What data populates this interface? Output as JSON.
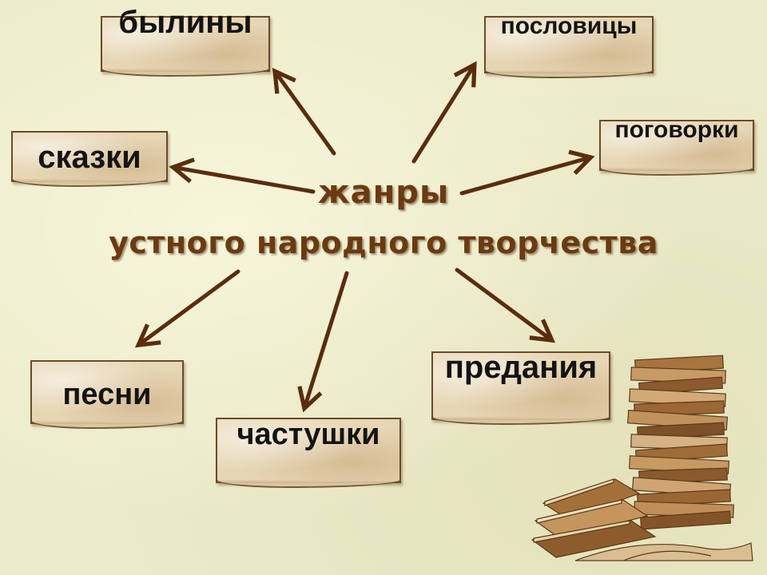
{
  "diagram": {
    "center": {
      "line1": "жанры",
      "line2": "устного народного творчества"
    },
    "genres": [
      {
        "id": "skazki",
        "label": "сказки"
      },
      {
        "id": "byliny",
        "label": "былины"
      },
      {
        "id": "poslovicy",
        "label": "пословицы"
      },
      {
        "id": "pogovorki",
        "label": "поговорки"
      },
      {
        "id": "pesni",
        "label": "песни"
      },
      {
        "id": "chastushki",
        "label": "частушки"
      },
      {
        "id": "predaniya",
        "label": "предания"
      }
    ]
  },
  "colors": {
    "arrow": "#5a2d0c",
    "title": "#6b3a12",
    "card_border": "#6b4a2a",
    "card_fill": "#e7d6b4",
    "background": "#ecebc9"
  },
  "icons": {
    "decoration": "book-stack-icon"
  }
}
